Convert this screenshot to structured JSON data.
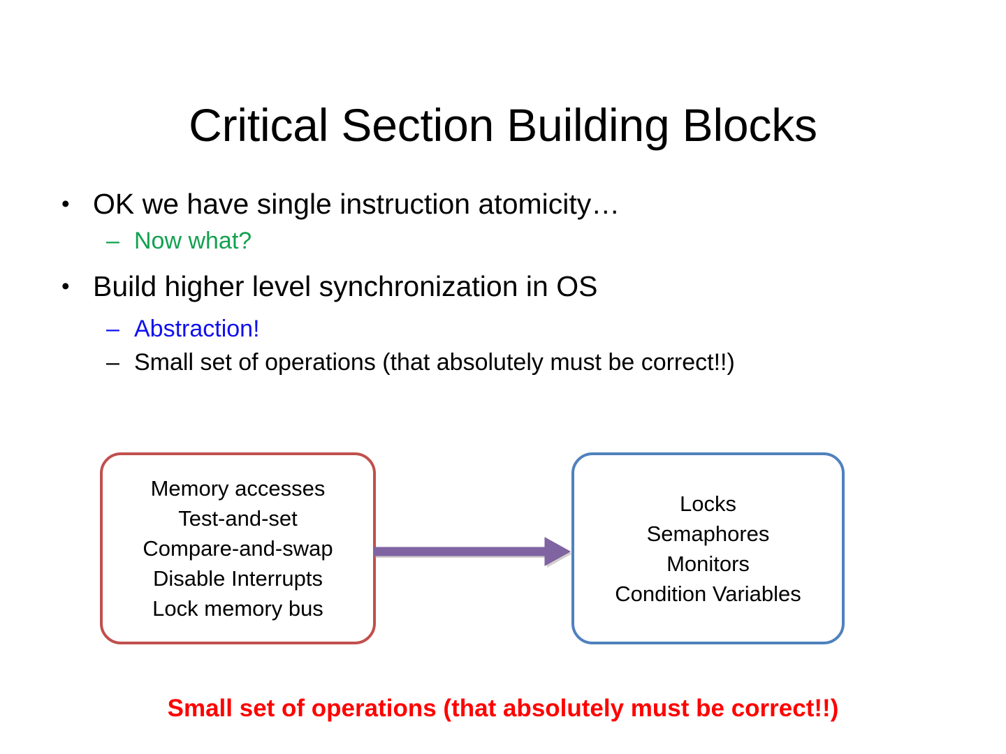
{
  "slide": {
    "title": "Critical Section Building Blocks",
    "background_color": "#FFFFFF"
  },
  "body": {
    "items": [
      {
        "level": 1,
        "marker": "•",
        "text": "OK we have single instruction atomicity…",
        "color": "#000000"
      },
      {
        "level": 2,
        "marker": "–",
        "text": "Now what?",
        "color": "#12A150"
      },
      {
        "level": 1,
        "marker": "•",
        "text": "Build higher level synchronization in OS",
        "color": "#000000"
      },
      {
        "level": 2,
        "marker": "–",
        "text": "Abstraction!",
        "color": "#1010EE"
      },
      {
        "level": 2,
        "marker": "–",
        "text": "Small set of operations (that absolutely must be correct!!)",
        "color": "#000000"
      }
    ]
  },
  "diagram": {
    "left_box": {
      "border_color": "#C0504D",
      "lines": [
        "Memory accesses",
        "Test-and-set",
        "Compare-and-swap",
        "Disable Interrupts",
        "Lock memory bus"
      ],
      "text_block": "Memory accesses\nTest-and-set\nCompare-and-swap\nDisable Interrupts\nLock memory bus"
    },
    "right_box": {
      "border_color": "#4F81BD",
      "lines": [
        "Locks",
        "Semaphores",
        "Monitors",
        "Condition Variables"
      ],
      "text_block": "Locks\nSemaphores\nMonitors\nCondition Variables"
    },
    "arrow": {
      "icon": "right-arrow-icon",
      "color": "#8064A2",
      "direction": "right"
    }
  },
  "caption": {
    "text": "Small set of operations (that absolutely must be correct!!)",
    "color": "#FF0000"
  }
}
